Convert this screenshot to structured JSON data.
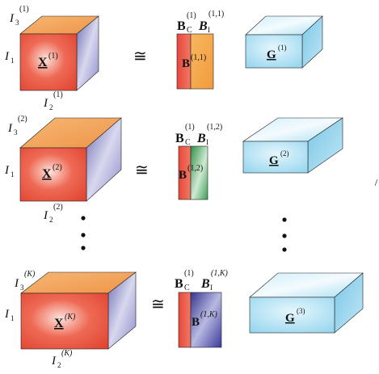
{
  "colors": {
    "tensor_front": "#e0432f",
    "tensor_top": "#f1a050",
    "tensor_side": "#7f7fbf",
    "factor_common": "#e8473a",
    "factor_individual_1": "#f5a244",
    "factor_individual_2": "#3a9e52",
    "factor_individual_K": "#3a3a9a",
    "core": "#a8def2",
    "line": "#222222"
  },
  "relation_symbol": "≅",
  "rows": [
    {
      "tensor": {
        "name": "X",
        "sup": "(1)"
      },
      "dim_i1": {
        "name": "I",
        "sub": "1"
      },
      "dim_i2": {
        "name": "I",
        "sub": "2",
        "sup": "(1)"
      },
      "dim_i3": {
        "name": "I",
        "sub": "3",
        "sup": "(1)"
      },
      "common_factor": {
        "name": "B",
        "sub": "C",
        "sup": "(1)"
      },
      "individual_factor": {
        "name": "B",
        "sub": "I",
        "sup": "(1,1)"
      },
      "block_label": {
        "name": "B",
        "sup": "(1,1)"
      },
      "core": {
        "name": "G",
        "sup": "(1)"
      }
    },
    {
      "tensor": {
        "name": "X",
        "sup": "(2)"
      },
      "dim_i1": {
        "name": "I",
        "sub": "1"
      },
      "dim_i2": {
        "name": "I",
        "sub": "2",
        "sup": "(2)"
      },
      "dim_i3": {
        "name": "I",
        "sub": "3",
        "sup": "(2)"
      },
      "common_factor": {
        "name": "B",
        "sub": "C",
        "sup": "(1)"
      },
      "individual_factor": {
        "name": "B",
        "sub": "I",
        "sup": "(1,2)"
      },
      "block_label": {
        "name": "B",
        "sup": "(1,2)"
      },
      "core": {
        "name": "G",
        "sup": "(2)"
      }
    },
    {
      "tensor": {
        "name": "X",
        "sup": "(K)"
      },
      "dim_i1": {
        "name": "I",
        "sub": "1"
      },
      "dim_i2": {
        "name": "I",
        "sub": "2",
        "sup": "(K)"
      },
      "dim_i3": {
        "name": "I",
        "sub": "3",
        "sup": "(K)"
      },
      "common_factor": {
        "name": "B",
        "sub": "C",
        "sup": "(1)"
      },
      "individual_factor": {
        "name": "B",
        "sub": "I",
        "sup": "(1,K)"
      },
      "block_label": {
        "name": "B",
        "sup": "(1,K)"
      },
      "core": {
        "name": "G",
        "sup": "(3)"
      }
    }
  ]
}
